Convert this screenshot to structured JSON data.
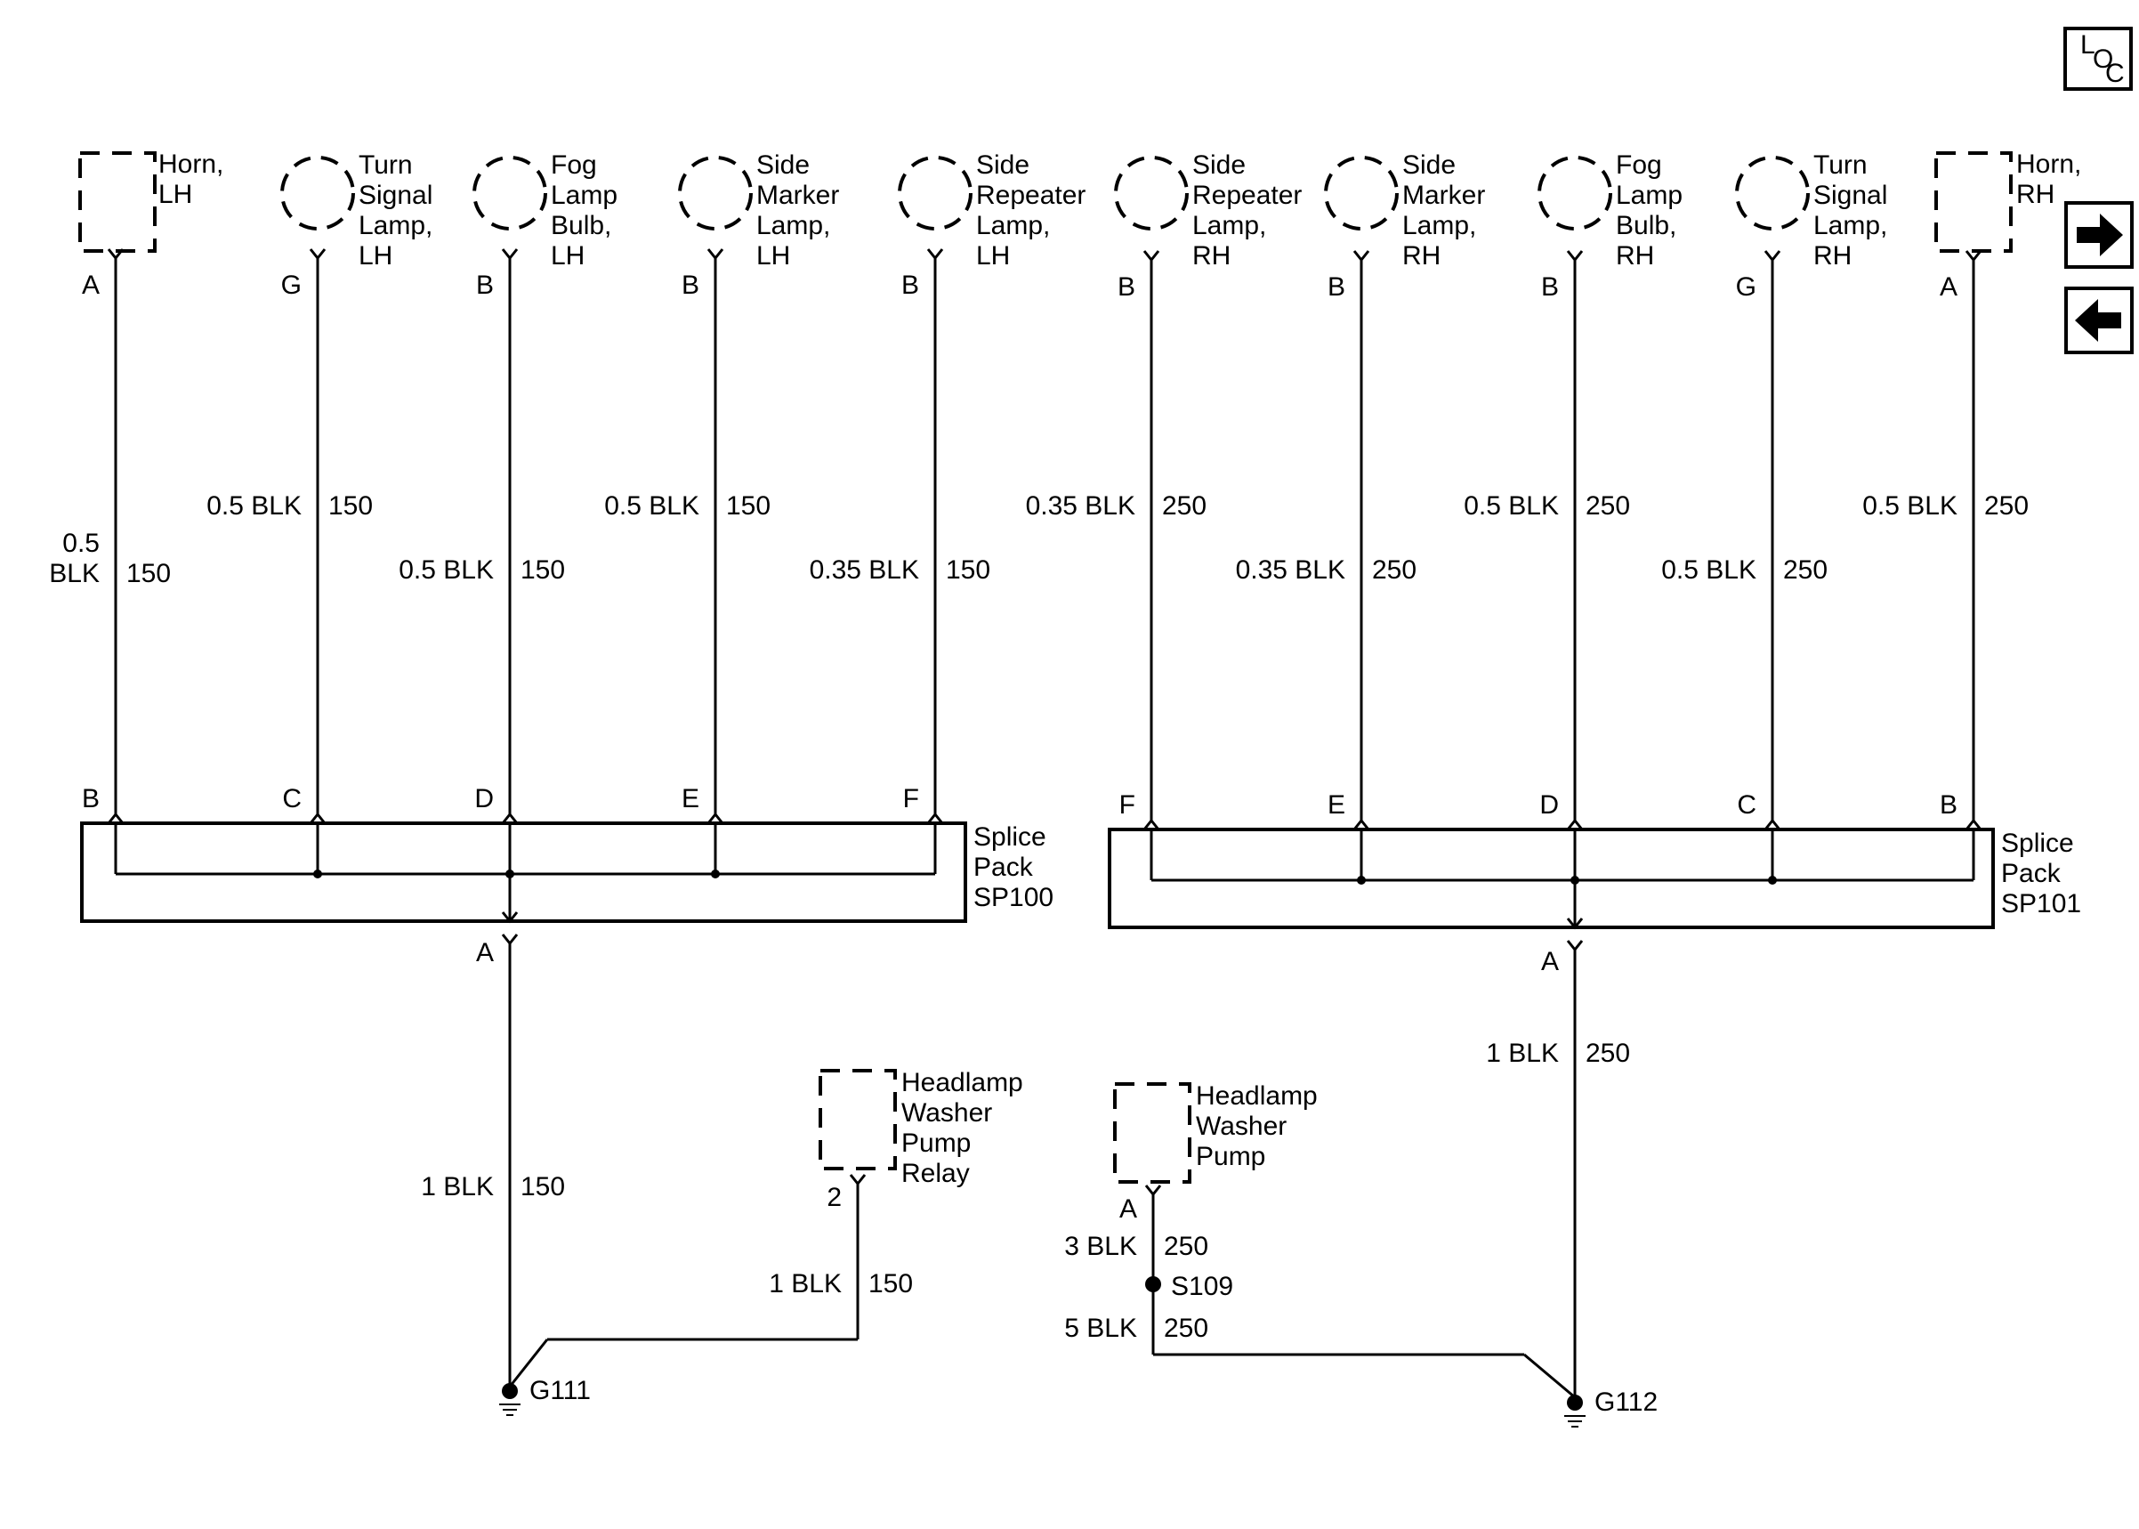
{
  "nav": {
    "loc_letters": [
      "L",
      "O",
      "C"
    ],
    "next_icon": "arrow-right-icon",
    "prev_icon": "arrow-left-icon"
  },
  "left_components": [
    {
      "id": "horn-lh",
      "shape": "box",
      "lines": [
        "Horn,",
        "LH"
      ],
      "pin": "A",
      "wire_gauge": [
        "0.5",
        "BLK"
      ],
      "circuit": "150",
      "splice_pin": "B"
    },
    {
      "id": "turn-signal-lamp-lh",
      "shape": "circle",
      "lines": [
        "Turn",
        "Signal",
        "Lamp,",
        "LH"
      ],
      "pin": "G",
      "wire_gauge": [
        "0.5 BLK"
      ],
      "circuit": "150",
      "splice_pin": "C"
    },
    {
      "id": "fog-lamp-bulb-lh",
      "shape": "circle",
      "lines": [
        "Fog",
        "Lamp",
        "Bulb,",
        "LH"
      ],
      "pin": "B",
      "wire_gauge": [
        "0.5 BLK"
      ],
      "circuit": "150",
      "splice_pin": "D"
    },
    {
      "id": "side-marker-lamp-lh",
      "shape": "circle",
      "lines": [
        "Side",
        "Marker",
        "Lamp,",
        "LH"
      ],
      "pin": "B",
      "wire_gauge": [
        "0.5 BLK"
      ],
      "circuit": "150",
      "splice_pin": "E"
    },
    {
      "id": "side-repeater-lamp-lh",
      "shape": "circle",
      "lines": [
        "Side",
        "Repeater",
        "Lamp,",
        "LH"
      ],
      "pin": "B",
      "wire_gauge": [
        "0.35 BLK"
      ],
      "circuit": "150",
      "splice_pin": "F"
    }
  ],
  "right_components": [
    {
      "id": "side-repeater-lamp-rh",
      "shape": "circle",
      "lines": [
        "Side",
        "Repeater",
        "Lamp,",
        "RH"
      ],
      "pin": "B",
      "wire_gauge": [
        "0.35 BLK"
      ],
      "circuit": "250",
      "splice_pin": "F"
    },
    {
      "id": "side-marker-lamp-rh",
      "shape": "circle",
      "lines": [
        "Side",
        "Marker",
        "Lamp,",
        "RH"
      ],
      "pin": "B",
      "wire_gauge": [
        "0.35 BLK"
      ],
      "circuit": "250",
      "splice_pin": "E"
    },
    {
      "id": "fog-lamp-bulb-rh",
      "shape": "circle",
      "lines": [
        "Fog",
        "Lamp",
        "Bulb,",
        "RH"
      ],
      "pin": "B",
      "wire_gauge": [
        "0.5 BLK"
      ],
      "circuit": "250",
      "splice_pin": "D"
    },
    {
      "id": "turn-signal-lamp-rh",
      "shape": "circle",
      "lines": [
        "Turn",
        "Signal",
        "Lamp,",
        "RH"
      ],
      "pin": "G",
      "wire_gauge": [
        "0.5 BLK"
      ],
      "circuit": "250",
      "splice_pin": "C"
    },
    {
      "id": "horn-rh",
      "shape": "box",
      "lines": [
        "Horn,",
        "RH"
      ],
      "pin": "A",
      "wire_gauge": [
        "0.5 BLK"
      ],
      "circuit": "250",
      "splice_pin": "B"
    }
  ],
  "splice_packs": [
    {
      "id": "sp100",
      "lines": [
        "Splice",
        "Pack",
        "SP100"
      ],
      "out_pin": "A"
    },
    {
      "id": "sp101",
      "lines": [
        "Splice",
        "Pack",
        "SP101"
      ],
      "out_pin": "A"
    }
  ],
  "ground_circuits": {
    "sp100_to_g111": {
      "wire": "1 BLK",
      "circuit": "150"
    },
    "sp101_to_g112": {
      "wire": "1 BLK",
      "circuit": "250"
    },
    "relay_to_g111": {
      "wire": "1 BLK",
      "circuit": "150"
    },
    "pump_to_s109": {
      "wire": "3 BLK",
      "circuit": "250"
    },
    "s109_to_g112": {
      "wire": "5 BLK",
      "circuit": "250"
    }
  },
  "washer_relay": {
    "lines": [
      "Headlamp",
      "Washer",
      "Pump",
      "Relay"
    ],
    "pin": "2"
  },
  "washer_pump": {
    "lines": [
      "Headlamp",
      "Washer",
      "Pump"
    ],
    "pin": "A"
  },
  "splice_s109": "S109",
  "grounds": {
    "left": "G111",
    "right": "G112"
  }
}
